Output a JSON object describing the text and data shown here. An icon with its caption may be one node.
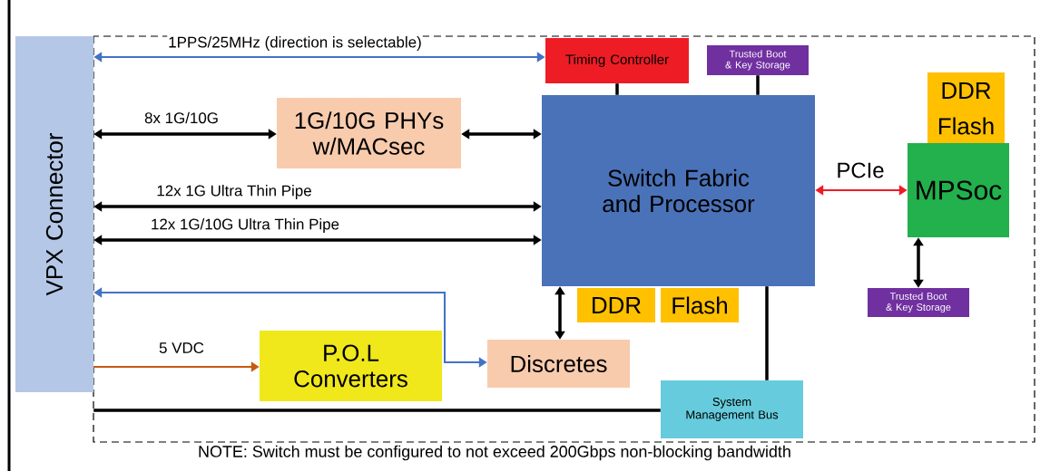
{
  "diagram": {
    "nodes": [
      {
        "text": [
          "VPX Connector"
        ]
      },
      {
        "text": [
          "Timing Controller"
        ]
      },
      {
        "text": [
          "Trusted Boot & Key Storage"
        ]
      },
      {
        "text": [
          "1G/10G PHYs w/MACsec"
        ]
      },
      {
        "text": [
          "Switch Fabric and Processor"
        ]
      },
      {
        "text": [
          "DDR"
        ]
      },
      {
        "text": [
          "Flash"
        ]
      },
      {
        "text": [
          "MPSoc"
        ]
      },
      {
        "text": [
          "Trusted Boot & Key Storage"
        ]
      },
      {
        "text": [
          "DDR"
        ]
      },
      {
        "text": [
          "Flash"
        ]
      },
      {
        "text": [
          "Discretes"
        ]
      },
      {
        "text": [
          "P.O.L Converters"
        ]
      },
      {
        "text": [
          "System Management Bus"
        ]
      }
    ],
    "edges": [
      {
        "from": 0,
        "to": 1,
        "arrow": "both",
        "label": "1PPS/25MHz  (direction is selectable)",
        "color": "#4472c4"
      },
      {
        "from": 0,
        "to": 3,
        "arrow": "both",
        "label": "8x 1G/10G"
      },
      {
        "from": 3,
        "to": 4,
        "arrow": "both"
      },
      {
        "from": 0,
        "to": 4,
        "arrow": "both",
        "label": "12x 1G Ultra Thin Pipe"
      },
      {
        "from": 0,
        "to": 4,
        "arrow": "both",
        "label": "12x 1G/10G Ultra Thin Pipe"
      },
      {
        "from": 1,
        "to": 4,
        "arrow": "none"
      },
      {
        "from": 2,
        "to": 4,
        "arrow": "none"
      },
      {
        "from": 4,
        "to": 7,
        "arrow": "both",
        "label": "PCIe",
        "color": "#ee1c25"
      },
      {
        "from": 7,
        "to": 8,
        "arrow": "both"
      },
      {
        "from": 4,
        "to": 11,
        "arrow": "both"
      },
      {
        "from": 0,
        "to": 11,
        "arrow": "both",
        "color": "#4472c4"
      },
      {
        "from": 0,
        "to": 12,
        "arrow": "to",
        "label": "5 VDC",
        "color": "#c55a11"
      },
      {
        "from": 4,
        "to": 13,
        "arrow": "none"
      },
      {
        "from": 0,
        "to": 13,
        "arrow": "none"
      }
    ],
    "labels": [
      "NOTE: Switch must be configured to not exceed 200Gbps non-blocking bandwidth"
    ]
  }
}
